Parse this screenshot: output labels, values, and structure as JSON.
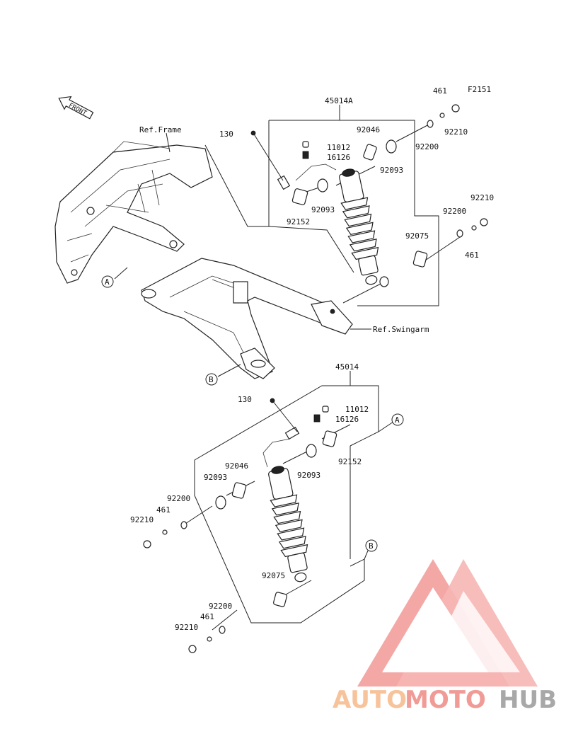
{
  "diagram_code": "F2151",
  "front_label": "FRONT",
  "refs": {
    "frame": "Ref.Frame",
    "swingarm": "Ref.Swingarm",
    "a": "A",
    "b": "B"
  },
  "assemblies": {
    "upper": "45014A",
    "lower": "45014"
  },
  "upper_parts": {
    "p130": "130",
    "p11012": "11012",
    "p16126": "16126",
    "p92046": "92046",
    "p92093a": "92093",
    "p92093b": "92093",
    "p92152": "92152",
    "p461a": "461",
    "p92210a": "92210",
    "p92200a": "92200",
    "p92210b": "92210",
    "p92200b": "92200",
    "p92075": "92075",
    "p461b": "461"
  },
  "lower_parts": {
    "p130": "130",
    "p11012": "11012",
    "p16126": "16126",
    "p92152": "92152",
    "p92046": "92046",
    "p92093a": "92093",
    "p92093b": "92093",
    "p92200a": "92200",
    "p461a": "461",
    "p92210a": "92210",
    "p92075": "92075",
    "p92200b": "92200",
    "p461b": "461",
    "p92210b": "92210"
  },
  "watermark": {
    "part1": "AUTO",
    "part2": "MOTO",
    "part3": "HUB",
    "color_orange": "#f6b98a",
    "color_red": "#ef8a86",
    "color_gray": "#9a9a9a"
  }
}
